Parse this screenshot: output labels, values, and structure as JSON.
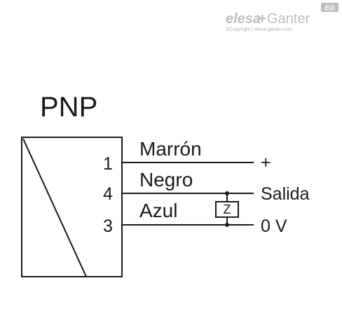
{
  "logo": {
    "badge": "EG",
    "brand_left": "elesa",
    "brand_plus": "+",
    "brand_right": "Ganter",
    "copyright": "©Copyright | elesa-ganter.com",
    "colors": {
      "brand": "#bdbdbd",
      "badge": "#bdbdbd"
    }
  },
  "diagram": {
    "title": "PNP",
    "pins": [
      {
        "number": "1",
        "wire": "Marrón",
        "terminal": "+"
      },
      {
        "number": "4",
        "wire": "Negro",
        "terminal": "Salida"
      },
      {
        "number": "3",
        "wire": "Azul",
        "terminal": "0 V"
      }
    ],
    "load_symbol": "Z"
  }
}
